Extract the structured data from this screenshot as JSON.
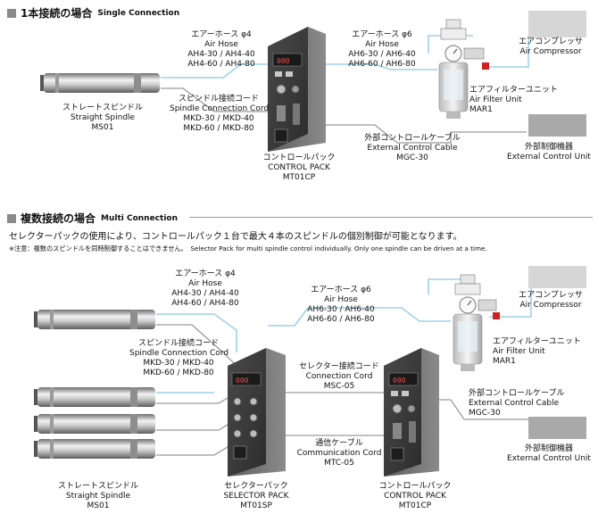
{
  "section1": {
    "title_jp": "1本接続の場合",
    "title_en": "Single Connection",
    "air_hose_4": {
      "jp": "エアーホース φ4",
      "en": "Air Hose",
      "m1": "AH4-30 / AH4-40",
      "m2": "AH4-60 / AH4-80"
    },
    "air_hose_6": {
      "jp": "エアーホース φ6",
      "en": "Air Hose",
      "m1": "AH6-30 / AH6-40",
      "m2": "AH6-60 / AH6-80"
    },
    "compressor": {
      "jp": "エアコンプレッサ",
      "en": "Air Compressor"
    },
    "filter": {
      "jp": "エアフィルターユニット",
      "en": "Air Filter Unit",
      "model": "MAR1"
    },
    "spindle": {
      "jp": "ストレートスピンドル",
      "en": "Straight Spindle",
      "model": "MS01"
    },
    "cord": {
      "jp": "スピンドル接続コード",
      "en": "Spindle Connection Cord",
      "m1": "MKD-30 / MKD-40",
      "m2": "MKD-60 / MKD-80"
    },
    "ext_cable": {
      "jp": "外部コントロールケーブル",
      "en": "External Control Cable",
      "model": "MGC-30"
    },
    "ext_unit": {
      "jp": "外部制御機器",
      "en": "External Control Unit"
    },
    "control_pack": {
      "jp": "コントロールパック",
      "en": "CONTROL PACK",
      "model": "MT01CP"
    }
  },
  "section2": {
    "title_jp": "複数接続の場合",
    "title_en": "Multi Connection",
    "description": "セレクターパックの使用により、コントロールパック１台で最大４本のスピンドルの個別制御が可能となります。",
    "note": "※注意：複数のスピンドルを同時制御することはできません。　Selector Pack for multi spindle control individually. Only one spindle can be driven at a time.",
    "air_hose_4": {
      "jp": "エアーホース φ4",
      "en": "Air Hose",
      "m1": "AH4-30 / AH4-40",
      "m2": "AH4-60 / AH4-80"
    },
    "air_hose_6": {
      "jp": "エアーホース φ6",
      "en": "Air Hose",
      "m1": "AH6-30 / AH6-40",
      "m2": "AH6-60 / AH6-80"
    },
    "compressor": {
      "jp": "エアコンプレッサ",
      "en": "Air Compressor"
    },
    "filter": {
      "jp": "エアフィルターユニット",
      "en": "Air Filter Unit",
      "model": "MAR1"
    },
    "cord": {
      "jp": "スピンドル接続コード",
      "en": "Spindle Connection Cord",
      "m1": "MKD-30 / MKD-40",
      "m2": "MKD-60 / MKD-80"
    },
    "selector_cord": {
      "jp": "セレクター接続コード",
      "en": "Connection Cord",
      "model": "MSC-05"
    },
    "comm_cable": {
      "jp": "通信ケーブル",
      "en": "Communication Cord",
      "model": "MTC-05"
    },
    "ext_cable": {
      "jp": "外部コントロールケーブル",
      "en": "External Control Cable",
      "model": "MGC-30"
    },
    "ext_unit": {
      "jp": "外部制御機器",
      "en": "External Control Unit"
    },
    "spindle": {
      "jp": "ストレートスピンドル",
      "en": "Straight Spindle",
      "model": "MS01"
    },
    "selector_pack": {
      "jp": "セレクターパック",
      "en": "SELECTOR PACK",
      "model": "MT01SP"
    },
    "control_pack": {
      "jp": "コントロールパック",
      "en": "CONTROL PACK",
      "model": "MT01CP"
    }
  },
  "colors": {
    "hose": "#9fd0e8",
    "cable": "#9a9a9a",
    "box": "#a9a9a9"
  }
}
